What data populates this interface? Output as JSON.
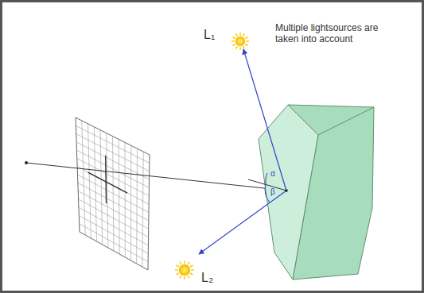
{
  "diagram": {
    "labels": [
      "L₁",
      "Multiple lightsources are taken into account",
      "α",
      "β",
      "L₂"
    ]
  }
}
